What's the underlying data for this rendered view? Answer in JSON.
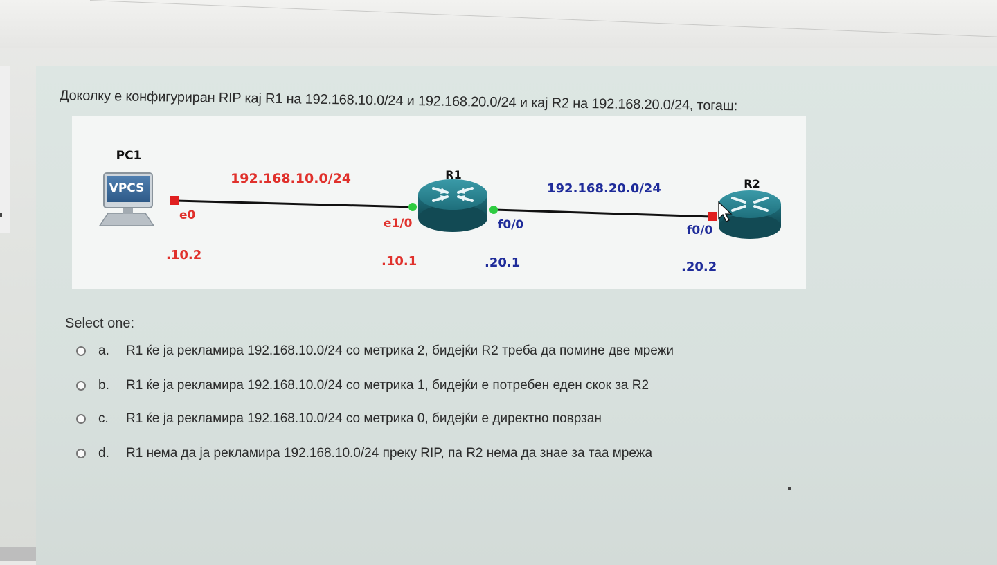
{
  "question": {
    "text": "Доколку е конфигуриран RIP кај R1 на 192.168.10.0/24 и 192.168.20.0/24 и кај R2 на 192.168.20.0/24, тогаш:"
  },
  "diagram": {
    "pc1_label": "PC1",
    "pc1_screen_text": "VPCS",
    "pc1_interface": "e0",
    "pc1_ip": ".10.2",
    "net1_label": "192.168.10.0/24",
    "net2_label": "192.168.20.0/24",
    "r1_label": "R1",
    "r1_if_left": "e1/0",
    "r1_if_right": "f0/0",
    "r1_ip_left": ".10.1",
    "r1_ip_right": ".20.1",
    "r2_label": "R2",
    "r2_if": "f0/0",
    "r2_ip": ".20.2",
    "colors": {
      "net1": "#e0312c",
      "net2": "#1f2c9a",
      "link_up": "#2ecc40",
      "link_down": "#e02020",
      "router": "#1f7a88"
    }
  },
  "select_one": "Select one:",
  "options": [
    {
      "letter": "a.",
      "text": "R1 ќе ја рекламира 192.168.10.0/24 со метрика 2, бидејќи R2 треба да помине две мрежи"
    },
    {
      "letter": "b.",
      "text": "R1 ќе ја рекламира 192.168.10.0/24 со метрика 1, бидејќи е потребен еден скок за R2"
    },
    {
      "letter": "c.",
      "text": "R1 ќе ја рекламира 192.168.10.0/24 со метрика 0, бидејќи е директно поврзан"
    },
    {
      "letter": "d.",
      "text": "R1 нема да ја рекламира 192.168.10.0/24 преку RIP, па R2 нема да знае за таа мрежа"
    }
  ]
}
